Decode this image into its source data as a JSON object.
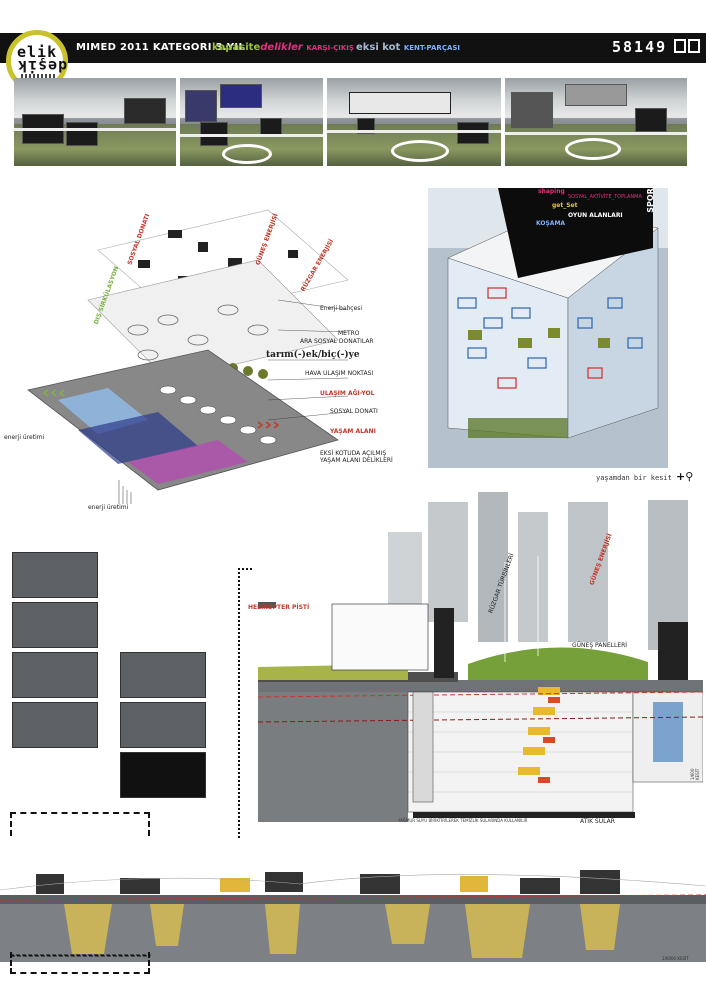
{
  "header": {
    "logo_top": "elik",
    "logo_bottom": "deşik",
    "title": "MIMED 2011 KATEGORI 3.YIL",
    "concept_a1": "kapasite",
    "concept_a2": "delikler",
    "concept_a3": "KARŞI-ÇIKIŞ",
    "concept_b1": "eksi kot",
    "concept_b2": "KENT-PARÇASI",
    "project_id": "58149"
  },
  "iso_labels": {
    "enerji_bahcesi": "Enerji bahçesi",
    "metro": "METRO",
    "ara_sosyal": "ARA SOSYAL DONATILAR",
    "tarim": "tarım(-)ek/biç(-)ye",
    "hava_ulasim": "HAVA ULAŞIM NOKTASI",
    "ulasim_agi": "ULAŞIM AĞI-YOL",
    "sosyal_donati": "SOSYAL DONATI",
    "yasam_alani": "YAŞAM ALANI",
    "eksi_kot": "EKSİ KOTUDA AÇILMIŞ YAŞAM ALANI DELİKLERİ",
    "enerji_uretimi": "enerji üretimi",
    "enerji_uretimi2": "enerji üretimi",
    "ruzgar": "RÜZGAR ENERJİSİ",
    "gunes": "GÜNEŞ ENERJİSİ",
    "sosyal_donati_v": "SOSYAL DONATI",
    "dis_sirkulasyon": "DIŞ SİRKÜLASYON"
  },
  "tower": {
    "tags": [
      "shaping",
      "get_Set",
      "OYUN ALANLARI",
      "SPOR",
      "KOŞAMA",
      "SOSYAL_AKTİVİTE_TOPLANMA"
    ],
    "caption": "yaşamdan bir kesit"
  },
  "section": {
    "heli": "HELİKOPTER PİSTİ",
    "gunes_panelleri": "GÜNEŞ PANELLERİ",
    "ruzgar": "RÜZGAR TÜRBİNLERİ",
    "gunes_enerjisi": "GÜNEŞ ENERJİSİ",
    "drainage": "YAĞMUR SUYU BİRİKTİRİLEREK TEMİZLİK SULARINDA KULLANILIR",
    "atik": "ATIK SULAR",
    "scale": "1/600 KESİT"
  },
  "long_section": {
    "scale": "1/6000 KESİT"
  },
  "colors": {
    "header_bg": "#111111",
    "logo_ring": "#c9c22a",
    "green": "#9bc13c",
    "pink": "#e0317c",
    "red": "#c0392b"
  }
}
